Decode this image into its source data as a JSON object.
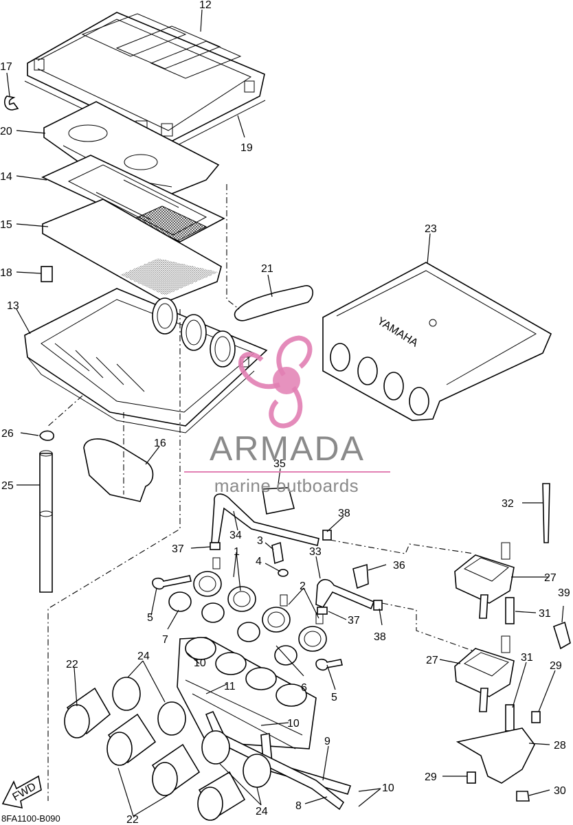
{
  "diagram": {
    "drawing_code": "8FA1100-B090",
    "fwd_label": "FWD",
    "cover_brand_text": "YAMAHA",
    "callouts": [
      {
        "id": "c12",
        "label": "12"
      },
      {
        "id": "c17",
        "label": "17"
      },
      {
        "id": "c20",
        "label": "20"
      },
      {
        "id": "c19",
        "label": "19"
      },
      {
        "id": "c14",
        "label": "14"
      },
      {
        "id": "c15",
        "label": "15"
      },
      {
        "id": "c18",
        "label": "18"
      },
      {
        "id": "c21",
        "label": "21"
      },
      {
        "id": "c23",
        "label": "23"
      },
      {
        "id": "c13",
        "label": "13"
      },
      {
        "id": "c26",
        "label": "26"
      },
      {
        "id": "c16",
        "label": "16"
      },
      {
        "id": "c25",
        "label": "25"
      },
      {
        "id": "c35",
        "label": "35"
      },
      {
        "id": "c32",
        "label": "32"
      },
      {
        "id": "c38a",
        "label": "38"
      },
      {
        "id": "c34",
        "label": "34"
      },
      {
        "id": "c37a",
        "label": "37"
      },
      {
        "id": "c3",
        "label": "3"
      },
      {
        "id": "c1",
        "label": "1"
      },
      {
        "id": "c4",
        "label": "4"
      },
      {
        "id": "c33",
        "label": "33"
      },
      {
        "id": "c36",
        "label": "36"
      },
      {
        "id": "c27a",
        "label": "27"
      },
      {
        "id": "c2",
        "label": "2"
      },
      {
        "id": "c5a",
        "label": "5"
      },
      {
        "id": "c37b",
        "label": "37"
      },
      {
        "id": "c39",
        "label": "39"
      },
      {
        "id": "c31a",
        "label": "31"
      },
      {
        "id": "c7",
        "label": "7"
      },
      {
        "id": "c38b",
        "label": "38"
      },
      {
        "id": "c27b",
        "label": "27"
      },
      {
        "id": "c31b",
        "label": "31"
      },
      {
        "id": "c29a",
        "label": "29"
      },
      {
        "id": "c22a",
        "label": "22"
      },
      {
        "id": "c24a",
        "label": "24"
      },
      {
        "id": "c10a",
        "label": "10"
      },
      {
        "id": "c6",
        "label": "6"
      },
      {
        "id": "c5b",
        "label": "5"
      },
      {
        "id": "c11",
        "label": "11"
      },
      {
        "id": "c10b",
        "label": "10"
      },
      {
        "id": "c9",
        "label": "9"
      },
      {
        "id": "c28",
        "label": "28"
      },
      {
        "id": "c29b",
        "label": "29"
      },
      {
        "id": "c30",
        "label": "30"
      },
      {
        "id": "c10c",
        "label": "10"
      },
      {
        "id": "c8",
        "label": "8"
      },
      {
        "id": "c24b",
        "label": "24"
      },
      {
        "id": "c22b",
        "label": "22"
      }
    ]
  },
  "watermark": {
    "name": "ARMADA",
    "tagline": "marine outboards",
    "accent_color": "#e27fb3",
    "text_color": "#8a8a8a"
  }
}
